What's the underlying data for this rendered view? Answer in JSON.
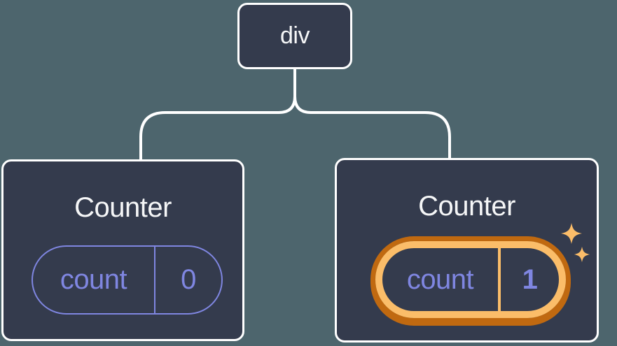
{
  "diagram": {
    "root": {
      "label": "div"
    },
    "counters": [
      {
        "title": "Counter",
        "state_key": "count",
        "state_value": "0",
        "highlighted": false
      },
      {
        "title": "Counter",
        "state_key": "count",
        "state_value": "1",
        "highlighted": true
      }
    ]
  },
  "icons": {
    "sparkle": "four-point-star ✦"
  },
  "colors": {
    "background": "#4d656d",
    "node_fill": "#343b4d",
    "node_border": "#ffffff",
    "connector": "#ffffff",
    "text_primary": "#f5f6f7",
    "state_purple": "#7f86e1",
    "highlight_orange_dark": "#c06910",
    "highlight_orange_light": "#fbbd69"
  }
}
